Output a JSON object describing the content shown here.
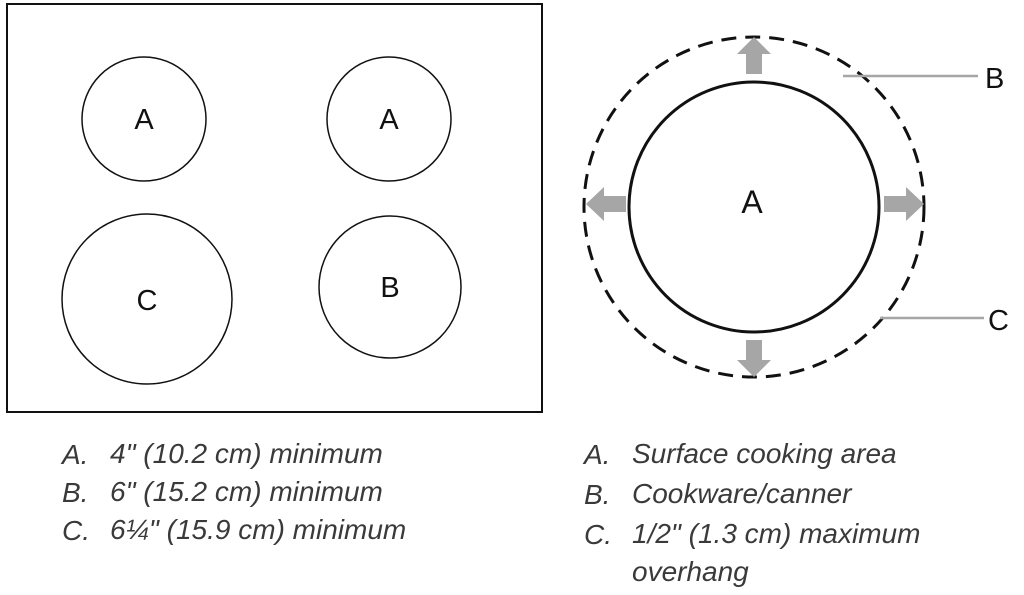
{
  "cooktop_layout": {
    "burners": [
      {
        "label": "A"
      },
      {
        "label": "A"
      },
      {
        "label": "C"
      },
      {
        "label": "B"
      }
    ]
  },
  "overhang_diagram": {
    "center_label": "A",
    "callout_b": "B",
    "callout_c": "C"
  },
  "legend_left": [
    {
      "key": "A.",
      "text": "4\" (10.2 cm) minimum"
    },
    {
      "key": "B.",
      "text": "6\" (15.2 cm) minimum"
    },
    {
      "key": "C.",
      "text": "6¼\" (15.9 cm) minimum"
    }
  ],
  "legend_right": [
    {
      "key": "A.",
      "text": "Surface cooking area"
    },
    {
      "key": "B.",
      "text": "Cookware/canner"
    },
    {
      "key": "C.",
      "text": "1/2\" (1.3 cm) maximum\noverhang"
    }
  ],
  "colors": {
    "stroke": "#111111",
    "arrow": "#a6a6a6",
    "legend_text": "#3a3a3a"
  }
}
